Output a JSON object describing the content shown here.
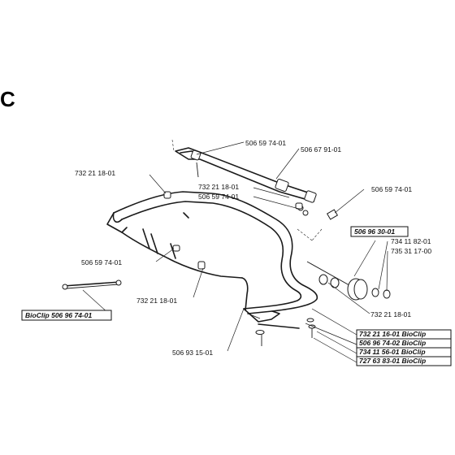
{
  "section_letter": "C",
  "labels": {
    "l1": "506 59 74-01",
    "l2": "506 67 91-01",
    "l3": "732 21 18-01",
    "l4": "732 21 18-01",
    "l5": "506 59 74-01",
    "l6": "506 59 74-01",
    "l7": "506 59 74-01",
    "l8": "734 11 82-01",
    "l9": "735 31 17-00",
    "l10": "732 21 18-01",
    "l11": "732 21 18-01",
    "l12": "506 93 15-01"
  },
  "boxed": {
    "b1": "506 96 30-01",
    "b2": "BioClip 506 96 74-01",
    "b3": "732 21 16-01 BioClip",
    "b4": "506 96 74-02 BioClip",
    "b5": "734 11 56-01 BioClip",
    "b6": "727 63 83-01 BioClip"
  }
}
